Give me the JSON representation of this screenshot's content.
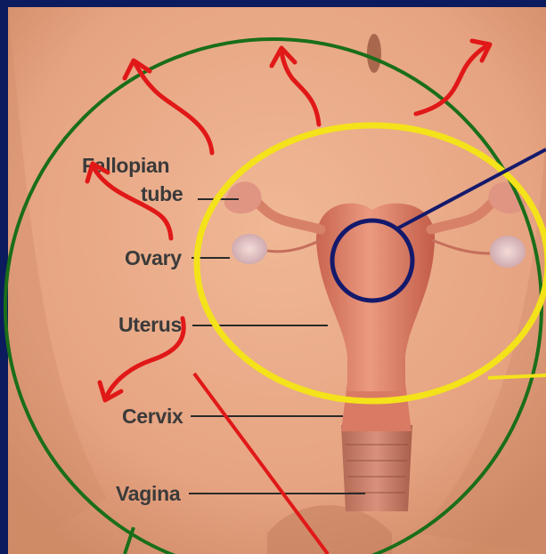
{
  "labels": {
    "fallopian_line1": "Fallopian",
    "fallopian_line2": "tube",
    "ovary": "Ovary",
    "uterus": "Uterus",
    "cervix": "Cervix",
    "vagina": "Vagina"
  },
  "colors": {
    "border": "#0b1b5e",
    "skin": "#e8a987",
    "organ": "#e0826b",
    "organ_dark": "#b85a48",
    "green_ring": "#1a6e1a",
    "yellow_ring": "#f4e21a",
    "navy_ring": "#141a6b",
    "arrow": "#e11818",
    "leader": "#2a2a2a"
  },
  "icons": {
    "arrows": "curved-red-arrow-icon",
    "target": "navy-circle-icon"
  }
}
